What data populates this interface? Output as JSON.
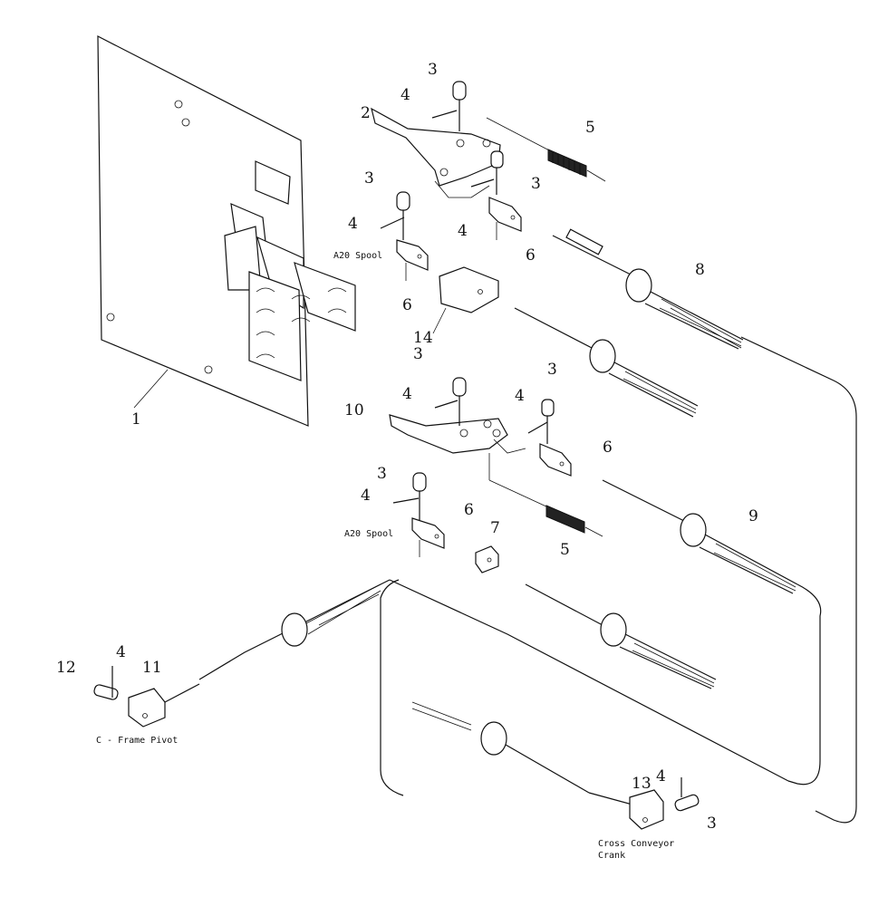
{
  "callouts": {
    "c1": "1",
    "c2": "2",
    "c3a": "3",
    "c3b": "3",
    "c3c": "3",
    "c3d": "3",
    "c3e": "3",
    "c3f": "3",
    "c3g": "3",
    "c4a": "4",
    "c4b": "4",
    "c4c": "4",
    "c4d": "4",
    "c4e": "4",
    "c4f": "4",
    "c4g": "4",
    "c4h": "4",
    "c5a": "5",
    "c5b": "5",
    "c6a": "6",
    "c6b": "6",
    "c6c": "6",
    "c6d": "6",
    "c7": "7",
    "c8": "8",
    "c9": "9",
    "c10": "10",
    "c11": "11",
    "c12": "12",
    "c13": "13",
    "c14": "14"
  },
  "notes": {
    "spool_top": "A20 Spool",
    "spool_bottom": "A20 Spool",
    "c_frame": "C - Frame Pivot",
    "cross_conveyor_1": "Cross Conveyor",
    "cross_conveyor_2": "Crank"
  }
}
